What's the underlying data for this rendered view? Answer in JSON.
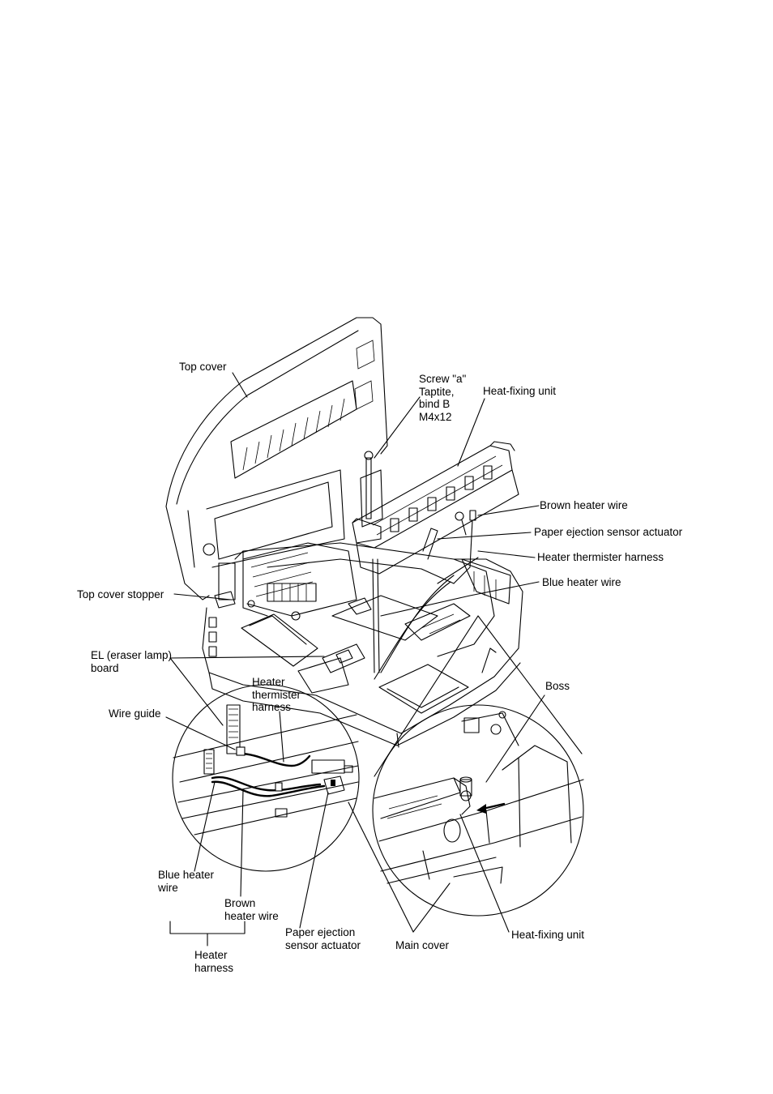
{
  "labels": {
    "top_cover": "Top cover",
    "screw": "Screw \"a\"\nTaptite,\nbind B\nM4x12",
    "heat_fixing_unit_top": "Heat-fixing unit",
    "brown_heater_wire_top": "Brown heater wire",
    "paper_ejection_sensor_actuator_top": "Paper ejection sensor actuator",
    "heater_thermister_harness_top": "Heater thermister harness",
    "blue_heater_wire_top": "Blue heater wire",
    "top_cover_stopper": "Top cover stopper",
    "el_board": "EL (eraser lamp)\nboard",
    "heater_thermister_harness_inset": "Heater\nthermister\nharness",
    "wire_guide": "Wire guide",
    "boss": "Boss",
    "blue_heater_wire_inset": "Blue heater\nwire",
    "brown_heater_wire_inset": "Brown\nheater wire",
    "paper_ejection_sensor_actuator_inset": "Paper ejection\nsensor actuator",
    "main_cover": "Main cover",
    "heat_fixing_unit_inset": "Heat-fixing unit",
    "heater_harness": "Heater\nharness"
  }
}
